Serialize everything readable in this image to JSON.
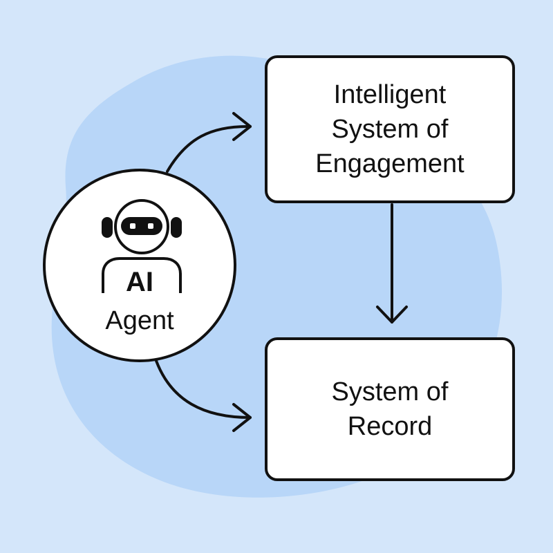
{
  "diagram": {
    "background_color": "#d4e6fa",
    "blob_color": "#b8d6f8",
    "stroke_color": "#111111",
    "agent_node": {
      "title": "AI",
      "subtitle": "Agent",
      "icon": "robot-icon"
    },
    "nodes": [
      {
        "id": "engagement",
        "label": "Intelligent System of Engagement"
      },
      {
        "id": "record",
        "label": "System of Record"
      }
    ],
    "edges": [
      {
        "from": "AI Agent",
        "to": "Intelligent System of Engagement"
      },
      {
        "from": "AI Agent",
        "to": "System of Record"
      },
      {
        "from": "Intelligent System of Engagement",
        "to": "System of Record"
      }
    ]
  }
}
